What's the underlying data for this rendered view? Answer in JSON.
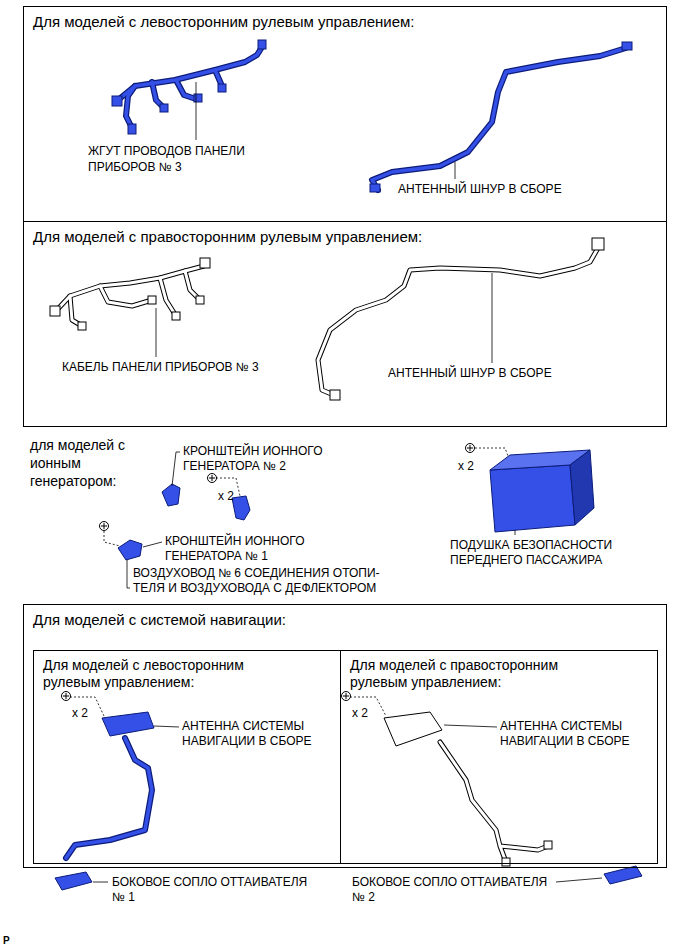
{
  "diagram": {
    "nodes": [
      {
        "text": [
          "Для моделей с левосторонним рулевым управлением:"
        ]
      },
      {
        "text": [
          "Для моделей с правосторонним рулевым управлением:"
        ]
      },
      {
        "text": [
          "Для моделей с системой навигации:"
        ]
      },
      {
        "text": [
          "Для моделей с левосторонним рулевым управлением:"
        ],
        "in": 2
      },
      {
        "text": [
          "Для моделей с правосторонним рулевым управлением:"
        ],
        "in": 2
      }
    ],
    "labels": [
      "ЖГУТ ПРОВОДОВ ПАНЕЛИ ПРИБОРОВ № 3",
      "АНТЕННЫЙ ШНУР В СБОРЕ",
      "КАБЕЛЬ ПАНЕЛИ ПРИБОРОВ № 3",
      "АНТЕННЫЙ ШНУР В СБОРЕ",
      "для моделей с ионным генератором:",
      "КРОНШТЕЙН ИОННОГО ГЕНЕРАТОРА № 2",
      "x 2",
      "КРОНШТЕЙН ИОННОГО ГЕНЕРАТОРА № 1",
      "ВОЗДУХОВОД № 6 СОЕДИНЕНИЯ ОТОПИ-ТЕЛЯ И ВОЗДУХОВОДА С ДЕФЛЕКТОРОМ",
      "x 2",
      "ПОДУШКА БЕЗОПАСНОСТИ ПЕРЕДНЕГО ПАССАЖИРА",
      "x 2",
      "АНТЕННА СИСТЕМЫ НАВИГАЦИИ В СБОРЕ",
      "x 2",
      "АНТЕННА СИСТЕМЫ НАВИГАЦИИ В СБОРЕ",
      "БОКОВОЕ СОПЛО ОТТАИВАТЕЛЯ № 1",
      "БОКОВОЕ СОПЛО ОТТАИВАТЕЛЯ № 2",
      "P"
    ]
  }
}
